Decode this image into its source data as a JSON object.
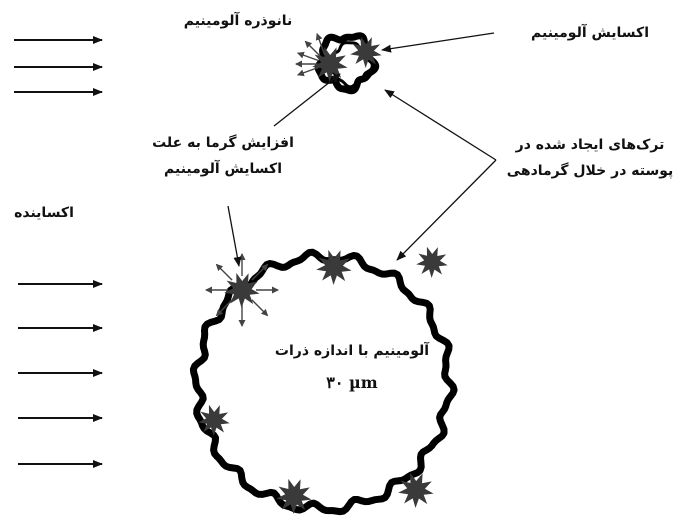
{
  "labels": {
    "nano_aluminium": "نانوذره آلومینیم",
    "aluminium_oxide_top": "اکسایش آلومینیم",
    "heat_increase_line1": "افزایش گرما به علت",
    "heat_increase_line2": "اکسایش آلومینیم",
    "cracks_line1": "ترک‌های ایجاد شده در",
    "cracks_line2": "پوسته در خلال گرمادهی",
    "oxidizer": "اکساینده",
    "particle_size_line1": "آلومینیم با اندازه ذرات",
    "particle_size_line2": "۳۰ µm"
  },
  "colors": {
    "ink": "#111111",
    "star": "#3a3a3a",
    "shell": "#000000",
    "spark": "#444444"
  },
  "icons": {
    "oxidizer_arrow": "arrow-right-icon",
    "oxidation_site": "starburst-icon",
    "heat_spark": "spark-arrow-icon"
  }
}
